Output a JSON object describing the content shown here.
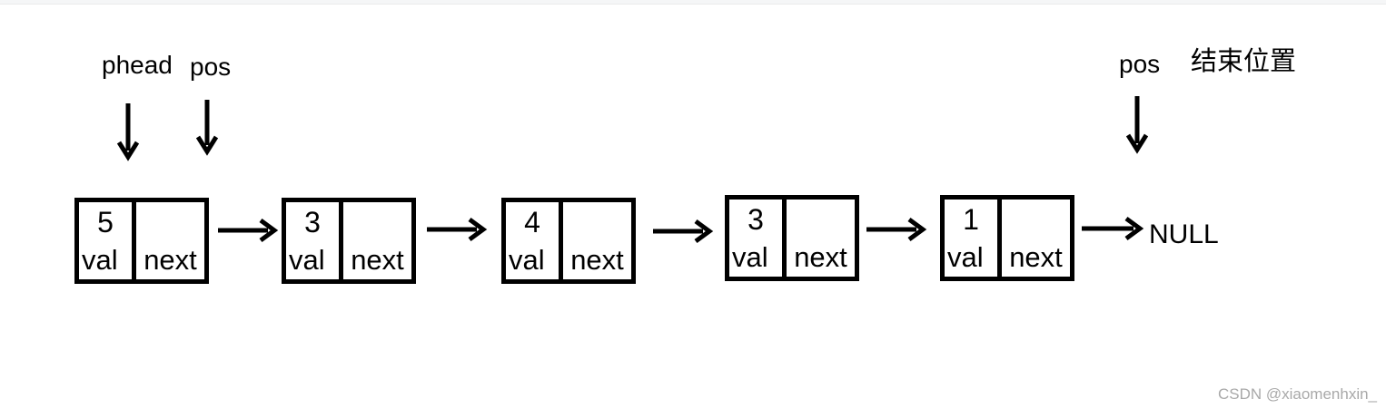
{
  "colors": {
    "stroke": "#000000",
    "background": "#ffffff",
    "top_strip": "#f5f6f7",
    "watermark_text": "#a9a9a9"
  },
  "diagram": {
    "pointer_labels": {
      "phead": "phead",
      "pos_start": "pos",
      "pos_end": "pos",
      "pos_end_caption": "结束位置"
    },
    "field_labels": {
      "val": "val",
      "next": "next"
    },
    "nodes": [
      {
        "val": "5"
      },
      {
        "val": "3"
      },
      {
        "val": "4"
      },
      {
        "val": "3"
      },
      {
        "val": "1"
      }
    ],
    "terminator_label": "NULL",
    "icon_names": [
      "down-arrow-icon",
      "right-arrow-icon"
    ]
  },
  "watermark": {
    "text": "CSDN @xiaomenhxin_"
  }
}
